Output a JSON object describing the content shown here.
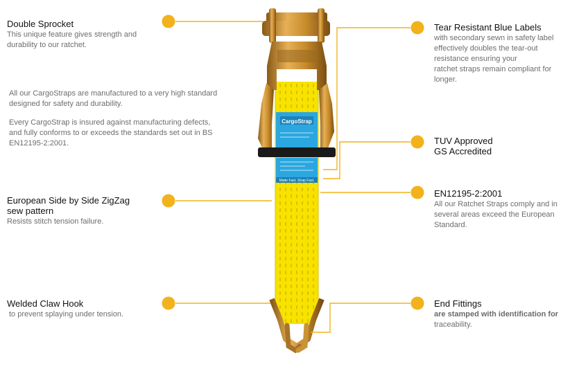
{
  "colors": {
    "accent": "#f2b21c",
    "strap": "#f7e200",
    "label": "#2aa7e0",
    "metal": "#c58a2a"
  },
  "features": {
    "double_sprocket": {
      "title": "Double Sprocket",
      "lines": [
        "This unique feature gives strength and",
        "durability to our ratchet."
      ]
    },
    "standards_intro": {
      "lines": [
        "All our CargoStraps are manufactured to a very high standard",
        "designed for safety and durability."
      ]
    },
    "insurance": {
      "lines": [
        "Every CargoStrap is insured against manufacturing defects,",
        "and fully conforms to or exceeds the standards set out in BS",
        "EN12195-2:2001."
      ]
    },
    "zigzag": {
      "title_lines": [
        "European Side by Side ZigZag",
        "sew pattern"
      ],
      "desc": "Resists stitch tension failure."
    },
    "claw_hook": {
      "title": "Welded Claw Hook",
      "desc": "to prevent splaying under tension."
    },
    "blue_labels": {
      "title": "Tear Resistant Blue Labels",
      "lines": [
        "with secondary  sewn in safety label",
        "effectively doubles the tear-out",
        "resistance ensuring your",
        "ratchet straps remain compliant for",
        "longer."
      ]
    },
    "tuv": {
      "lines": [
        "TUV Approved",
        "GS Accredited"
      ]
    },
    "en12195": {
      "title": "EN12195-2:2001",
      "lines": [
        "All our Ratchet Straps comply and in",
        "several areas exceed the European",
        "Standard."
      ]
    },
    "end_fittings": {
      "title": "End Fittings",
      "desc_bold": "are stamped with identification for",
      "desc": "traceability."
    }
  },
  "label": {
    "brand": "CargoStrap",
    "footer": "Made Fast. Strap Fast."
  }
}
